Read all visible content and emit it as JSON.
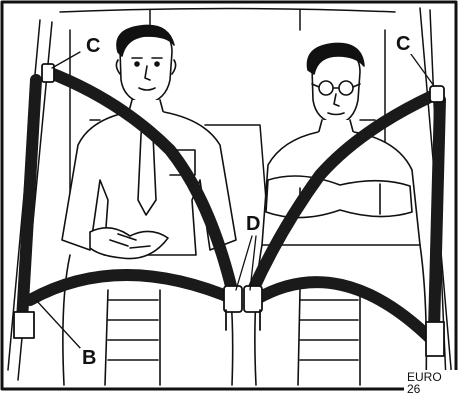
{
  "labels": {
    "c_left": "C",
    "c_right": "C",
    "d": "D",
    "b": "B"
  },
  "figure_ref": "EURO 26",
  "colors": {
    "ink": "#111111",
    "belt": "#1a1a1a",
    "paper": "#ffffff"
  }
}
